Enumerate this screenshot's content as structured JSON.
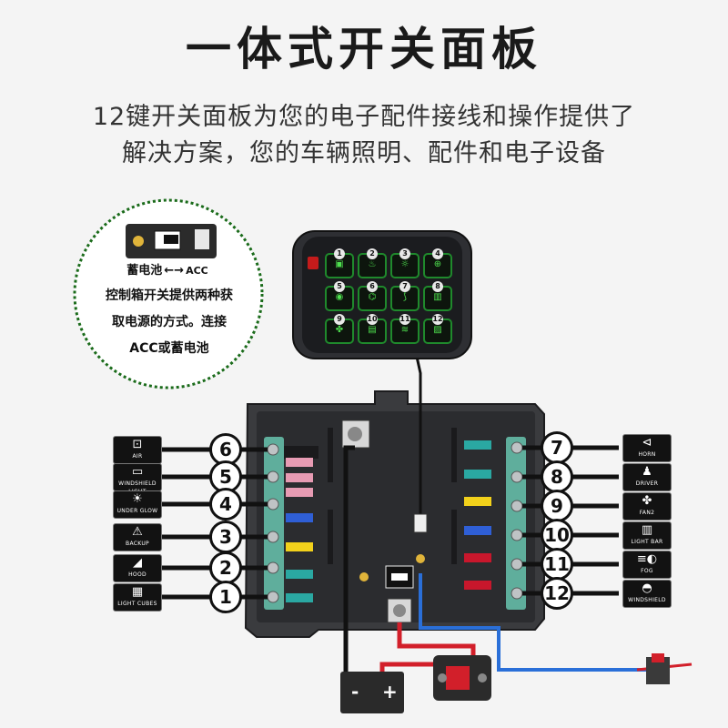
{
  "title": "一体式开关面板",
  "description": {
    "line1": "12键开关面板为您的电子配件接线和操作提供了",
    "line2": "解决方案，您的车辆照明、配件和电子设备"
  },
  "callout": {
    "line1_left": "蓄电池",
    "line1_arrow": "←→",
    "line1_right": "ACC",
    "line2": "控制箱开关提供两种获",
    "line3": "取电源的方式。连接",
    "line4": "ACC或蓄电池"
  },
  "keypad": {
    "buttons": [
      "1",
      "2",
      "3",
      "4",
      "5",
      "6",
      "7",
      "8",
      "9",
      "10",
      "11",
      "12"
    ]
  },
  "left_channels": [
    {
      "num": "6",
      "icon": "air-icon",
      "label": "AIR"
    },
    {
      "num": "5",
      "icon": "windshield-light-icon",
      "label": "WINDSHIELD LIGHT"
    },
    {
      "num": "4",
      "icon": "under-glow-icon",
      "label": "UNDER GLOW"
    },
    {
      "num": "3",
      "icon": "backup-icon",
      "label": "BACKUP"
    },
    {
      "num": "2",
      "icon": "hood-icon",
      "label": "HOOD"
    },
    {
      "num": "1",
      "icon": "light-cubes-icon",
      "label": "LIGHT CUBES"
    }
  ],
  "right_channels": [
    {
      "num": "7",
      "icon": "horn-icon",
      "label": "HORN"
    },
    {
      "num": "8",
      "icon": "driver-seat-icon",
      "label": "DRIVER"
    },
    {
      "num": "9",
      "icon": "fan-icon",
      "label": "FAN2"
    },
    {
      "num": "10",
      "icon": "light-bar-icon",
      "label": "LIGHT BAR"
    },
    {
      "num": "11",
      "icon": "fog-icon",
      "label": "FOG"
    },
    {
      "num": "12",
      "icon": "windshield-icon",
      "label": "WINDSHIELD"
    }
  ],
  "battery": {
    "minus": "-",
    "plus": "+"
  },
  "colors": {
    "fuse_pink": "#e79bb3",
    "fuse_blue": "#2f5fd6",
    "fuse_yellow": "#f2d11b",
    "fuse_teal": "#2aa8a2",
    "fuse_red": "#c8172c",
    "terminal_green": "#5fae9c",
    "wire_red": "#d21f2a",
    "wire_blue": "#2a6fd8",
    "key_green": "#3fd54a"
  }
}
